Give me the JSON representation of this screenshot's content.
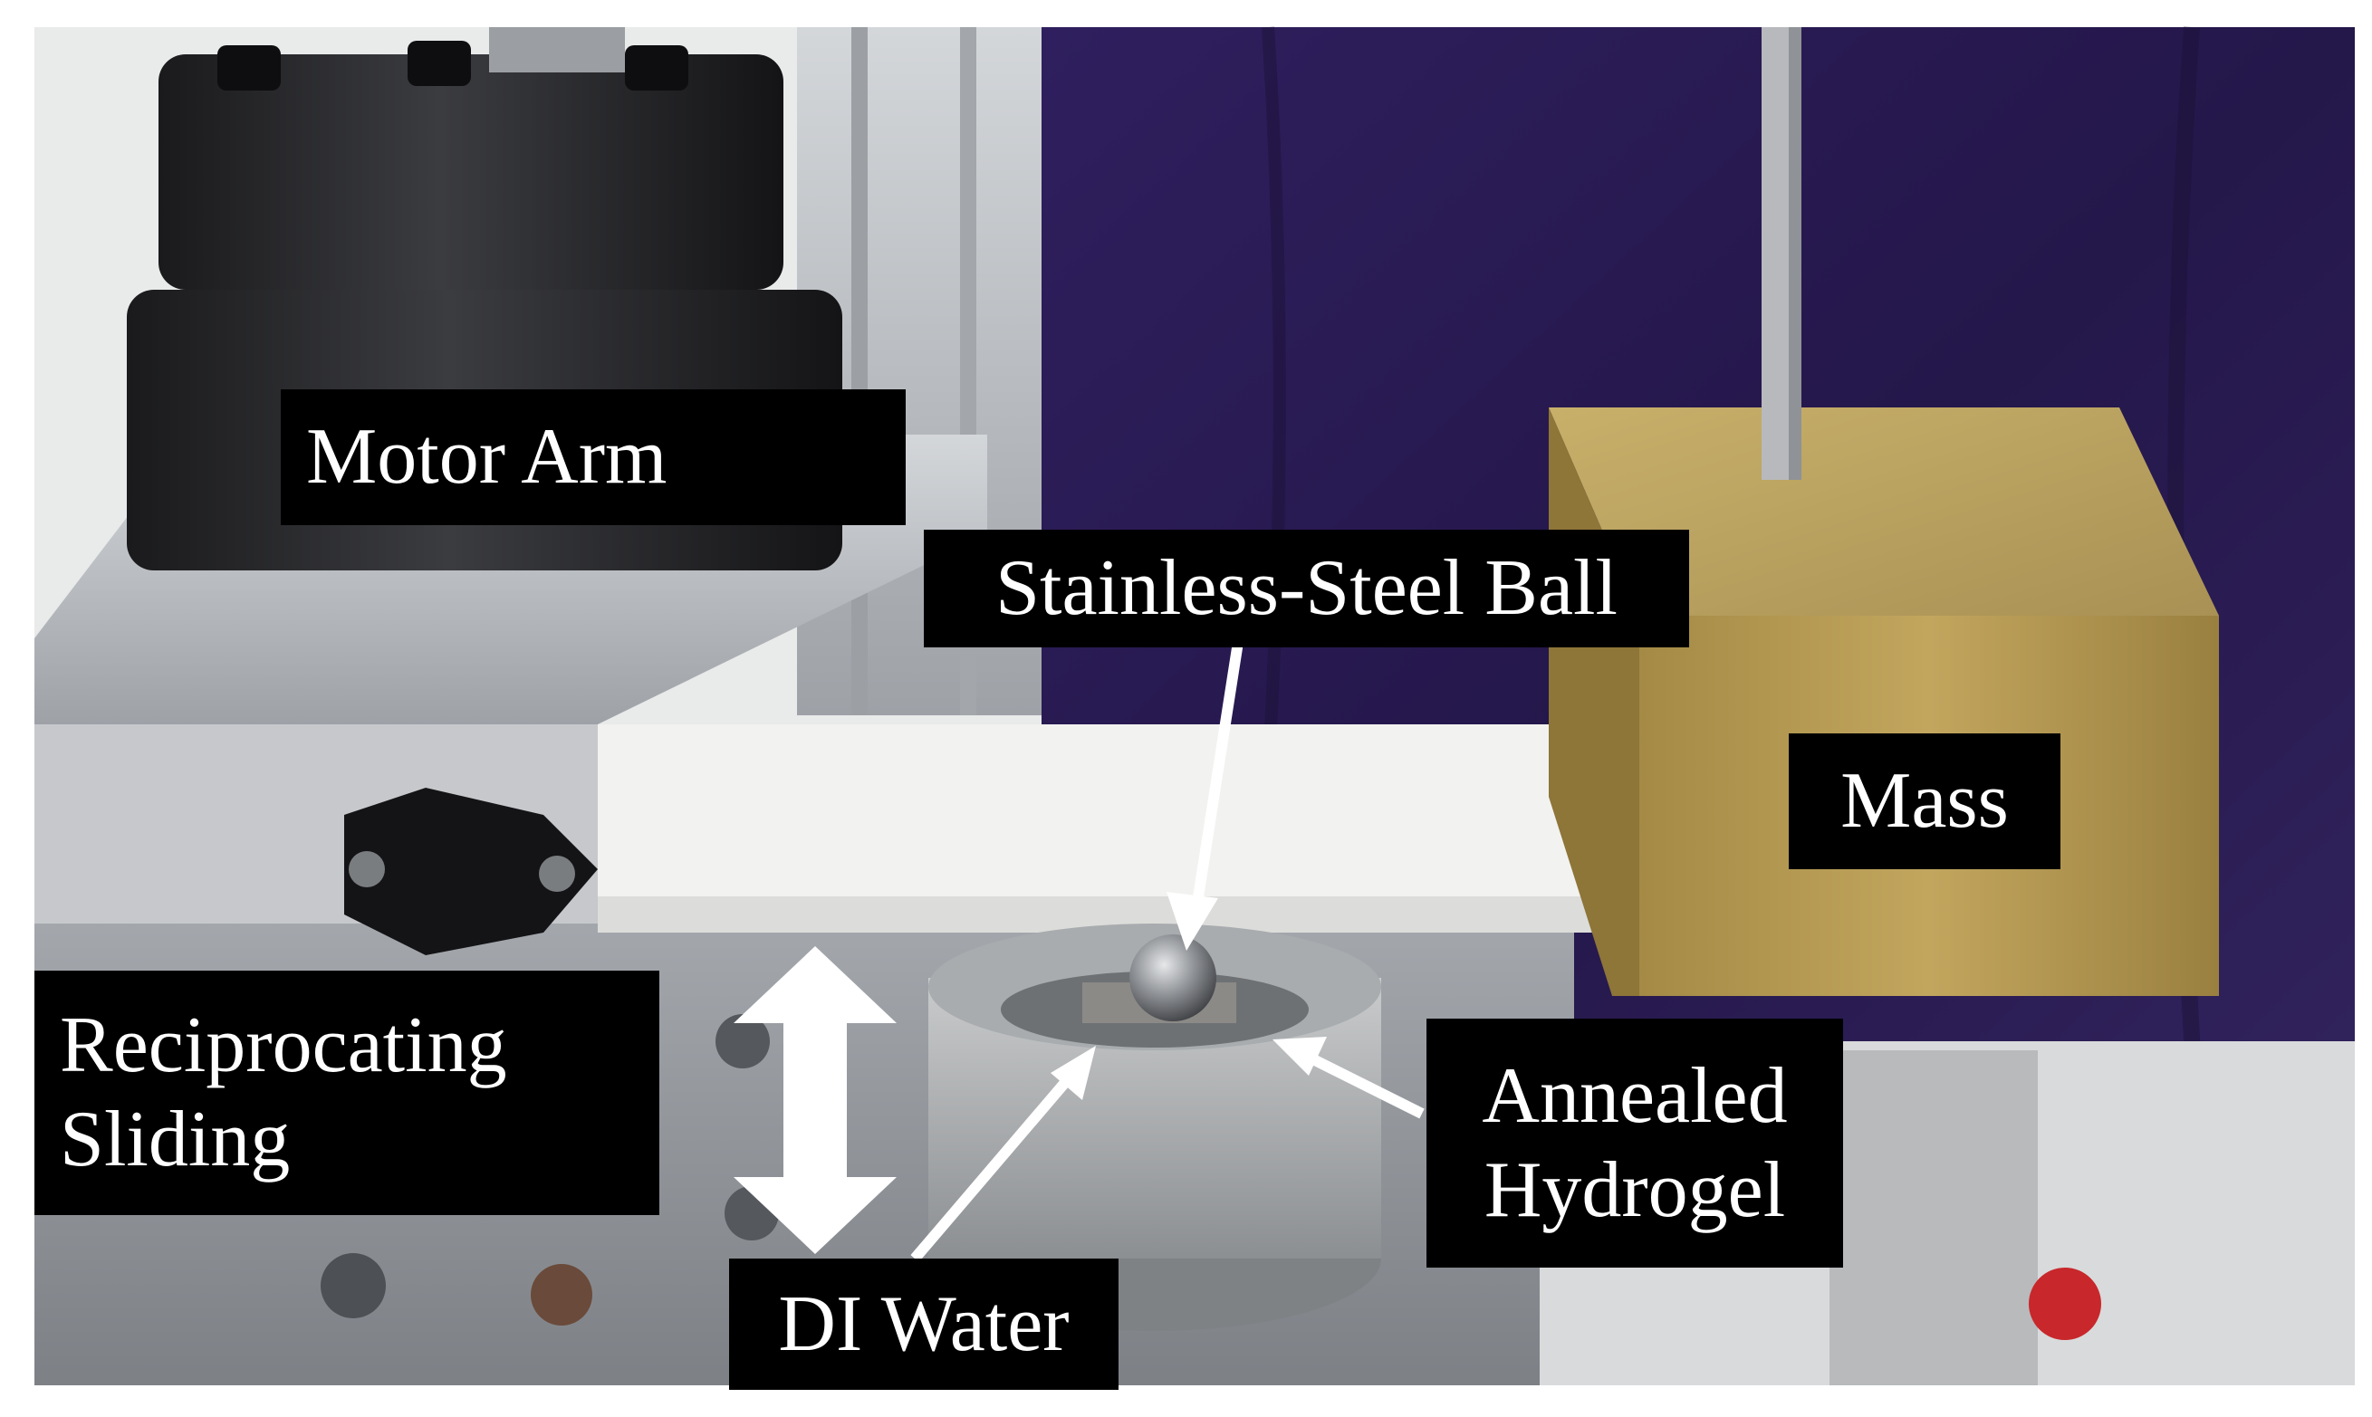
{
  "labels": {
    "motor_arm": "Motor Arm",
    "steel_ball": "Stainless-Steel Ball",
    "mass": "Mass",
    "reciprocating_line1": "Reciprocating",
    "reciprocating_line2": "Sliding",
    "annealed_line1": "Annealed",
    "annealed_line2": "Hydrogel",
    "di_water": "DI Water"
  },
  "colors": {
    "label_background": "#000000",
    "label_text": "#ffffff",
    "background_curtain": "#2a1a52",
    "aluminum": "#b9bcc0",
    "brass": "#b59a52",
    "arrow": "#ffffff"
  }
}
